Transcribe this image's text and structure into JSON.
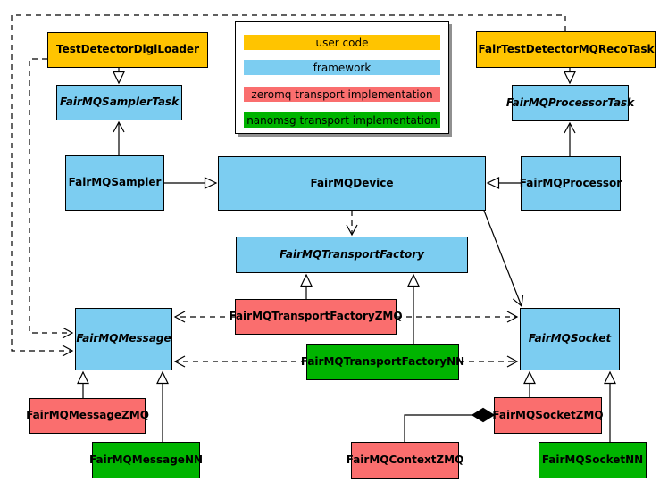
{
  "colors": {
    "user_code": "#FFC400",
    "framework": "#7CCDF1",
    "zeromq": "#FA6E6E",
    "nanomsg": "#00B400",
    "edge": "#000000",
    "legend_shadow": "#909090"
  },
  "legend": {
    "items": [
      {
        "label": "user code",
        "type": "user_code"
      },
      {
        "label": "framework",
        "type": "framework"
      },
      {
        "label": "zeromq transport implementation",
        "type": "zeromq"
      },
      {
        "label": "nanomsg transport implementation",
        "type": "nanomsg"
      }
    ]
  },
  "nodes": {
    "digiLoader": {
      "label": "TestDetectorDigiLoader",
      "type": "user_code",
      "abstract": false
    },
    "recoTask": {
      "label": "FairTestDetectorMQRecoTask",
      "type": "user_code",
      "abstract": false
    },
    "samplerTask": {
      "label": "FairMQSamplerTask",
      "type": "framework",
      "abstract": true
    },
    "processorTask": {
      "label": "FairMQProcessorTask",
      "type": "framework",
      "abstract": true
    },
    "sampler": {
      "label": "FairMQSampler",
      "type": "framework",
      "abstract": false
    },
    "device": {
      "label": "FairMQDevice",
      "type": "framework",
      "abstract": false
    },
    "processor": {
      "label": "FairMQProcessor",
      "type": "framework",
      "abstract": false
    },
    "transportFactory": {
      "label": "FairMQTransportFactory",
      "type": "framework",
      "abstract": true
    },
    "transportFactoryZMQ": {
      "label": "FairMQTransportFactoryZMQ",
      "type": "zeromq",
      "abstract": false
    },
    "transportFactoryNN": {
      "label": "FairMQTransportFactoryNN",
      "type": "nanomsg",
      "abstract": false
    },
    "message": {
      "label": "FairMQMessage",
      "type": "framework",
      "abstract": true
    },
    "socket": {
      "label": "FairMQSocket",
      "type": "framework",
      "abstract": true
    },
    "messageZMQ": {
      "label": "FairMQMessageZMQ",
      "type": "zeromq",
      "abstract": false
    },
    "messageNN": {
      "label": "FairMQMessageNN",
      "type": "nanomsg",
      "abstract": false
    },
    "socketZMQ": {
      "label": "FairMQSocketZMQ",
      "type": "zeromq",
      "abstract": false
    },
    "socketNN": {
      "label": "FairMQSocketNN",
      "type": "nanomsg",
      "abstract": false
    },
    "contextZMQ": {
      "label": "FairMQContextZMQ",
      "type": "zeromq",
      "abstract": false
    }
  },
  "relations": [
    {
      "from": "TestDetectorDigiLoader",
      "to": "FairMQSamplerTask",
      "kind": "generalization"
    },
    {
      "from": "FairTestDetectorMQRecoTask",
      "to": "FairMQProcessorTask",
      "kind": "generalization"
    },
    {
      "from": "FairMQSampler",
      "to": "FairMQDevice",
      "kind": "generalization"
    },
    {
      "from": "FairMQProcessor",
      "to": "FairMQDevice",
      "kind": "generalization"
    },
    {
      "from": "FairMQSampler",
      "to": "FairMQSamplerTask",
      "kind": "association"
    },
    {
      "from": "FairMQProcessor",
      "to": "FairMQProcessorTask",
      "kind": "association"
    },
    {
      "from": "FairMQDevice",
      "to": "FairMQTransportFactory",
      "kind": "dependency"
    },
    {
      "from": "FairMQDevice",
      "to": "FairMQSocket",
      "kind": "association"
    },
    {
      "from": "FairMQTransportFactoryZMQ",
      "to": "FairMQTransportFactory",
      "kind": "generalization"
    },
    {
      "from": "FairMQTransportFactoryNN",
      "to": "FairMQTransportFactory",
      "kind": "generalization"
    },
    {
      "from": "FairMQTransportFactoryZMQ",
      "to": "FairMQMessage",
      "kind": "dependency"
    },
    {
      "from": "FairMQTransportFactoryZMQ",
      "to": "FairMQSocket",
      "kind": "dependency"
    },
    {
      "from": "FairMQTransportFactoryNN",
      "to": "FairMQMessage",
      "kind": "dependency"
    },
    {
      "from": "FairMQTransportFactoryNN",
      "to": "FairMQSocket",
      "kind": "dependency"
    },
    {
      "from": "TestDetectorDigiLoader",
      "to": "FairMQMessage",
      "kind": "dependency"
    },
    {
      "from": "FairTestDetectorMQRecoTask",
      "to": "FairMQMessage",
      "kind": "dependency"
    },
    {
      "from": "FairMQMessageZMQ",
      "to": "FairMQMessage",
      "kind": "generalization"
    },
    {
      "from": "FairMQMessageNN",
      "to": "FairMQMessage",
      "kind": "generalization"
    },
    {
      "from": "FairMQSocketZMQ",
      "to": "FairMQSocket",
      "kind": "generalization"
    },
    {
      "from": "FairMQSocketNN",
      "to": "FairMQSocket",
      "kind": "generalization"
    },
    {
      "from": "FairMQContextZMQ",
      "to": "FairMQSocketZMQ",
      "kind": "composition"
    }
  ]
}
